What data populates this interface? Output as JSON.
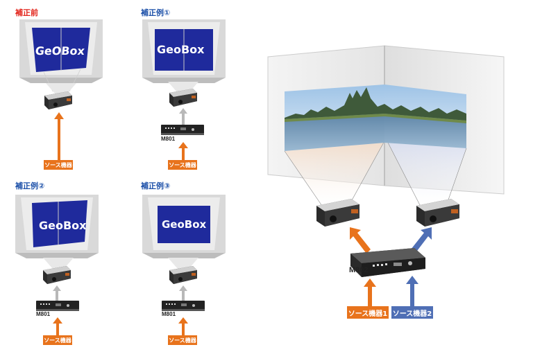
{
  "colors": {
    "title_red": "#e2231a",
    "title_blue": "#1b4fa8",
    "source_orange": "#e8731c",
    "source_blue": "#4f6fb5",
    "arrow_gray": "#b8b8b8",
    "screen_blue": "#1f2a9c"
  },
  "panels": [
    {
      "title": "補正前",
      "title_color": "red",
      "logo": "GeOBox",
      "device": "",
      "source": "ソース機器"
    },
    {
      "title": "補正例①",
      "title_color": "blue",
      "logo": "GeoBox",
      "device": "M801",
      "source": "ソース機器"
    },
    {
      "title": "補正例②",
      "title_color": "blue",
      "logo": "GeoBox",
      "device": "M801",
      "source": "ソース機器"
    },
    {
      "title": "補正例③",
      "title_color": "blue",
      "logo": "GeoBox",
      "device": "M801",
      "source": "ソース機器"
    }
  ],
  "right_diagram": {
    "device": "M802",
    "source1": "ソース機器1",
    "source2": "ソース機器2"
  }
}
